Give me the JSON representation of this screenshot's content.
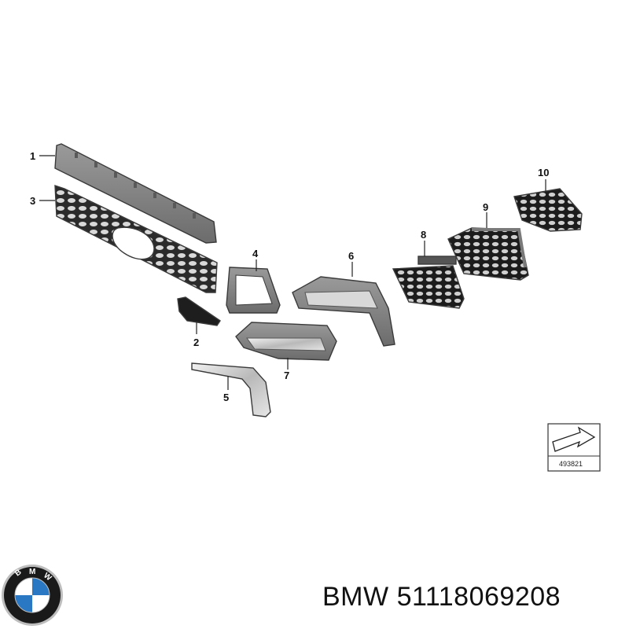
{
  "diagram": {
    "callouts": [
      "1",
      "2",
      "3",
      "4",
      "5",
      "6",
      "7",
      "8",
      "9",
      "10"
    ],
    "reference_id": "493821"
  },
  "logo": {
    "letters": "BMW",
    "colors": {
      "ring": "#1a1a1a",
      "blue": "#2a78c4",
      "white": "#ffffff",
      "chrome": "#bdbdbd"
    }
  },
  "caption": {
    "brand": "BMW",
    "part_number": "51118069208"
  }
}
